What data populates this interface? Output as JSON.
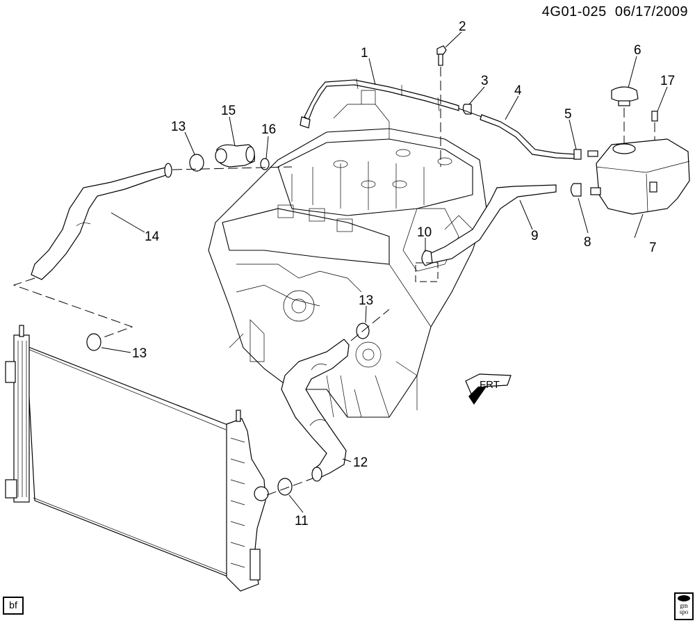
{
  "header": {
    "diagram_code": "4G01-025",
    "date": "06/17/2009"
  },
  "footer": {
    "view_label": "bf",
    "logo_text_line1": "gm",
    "logo_text_line2": "spo",
    "logo_icon": "gm-spo-logo-icon"
  },
  "direction_indicator": {
    "label": "FRT",
    "icon": "front-arrow-icon"
  },
  "callouts": [
    {
      "number": "1",
      "part": "hose"
    },
    {
      "number": "2",
      "part": "bolt"
    },
    {
      "number": "3",
      "part": "clamp"
    },
    {
      "number": "4",
      "part": "hose"
    },
    {
      "number": "5",
      "part": "clamp"
    },
    {
      "number": "6",
      "part": "cap"
    },
    {
      "number": "7",
      "part": "reservoir"
    },
    {
      "number": "8",
      "part": "clamp"
    },
    {
      "number": "9",
      "part": "hose"
    },
    {
      "number": "10",
      "part": "clamp"
    },
    {
      "number": "11",
      "part": "clamp"
    },
    {
      "number": "12",
      "part": "hose"
    },
    {
      "number": "13",
      "part": "clamp"
    },
    {
      "number": "13",
      "part": "clamp"
    },
    {
      "number": "13",
      "part": "clamp"
    },
    {
      "number": "14",
      "part": "hose"
    },
    {
      "number": "15",
      "part": "outlet"
    },
    {
      "number": "16",
      "part": "seal"
    },
    {
      "number": "17",
      "part": "clip"
    }
  ]
}
